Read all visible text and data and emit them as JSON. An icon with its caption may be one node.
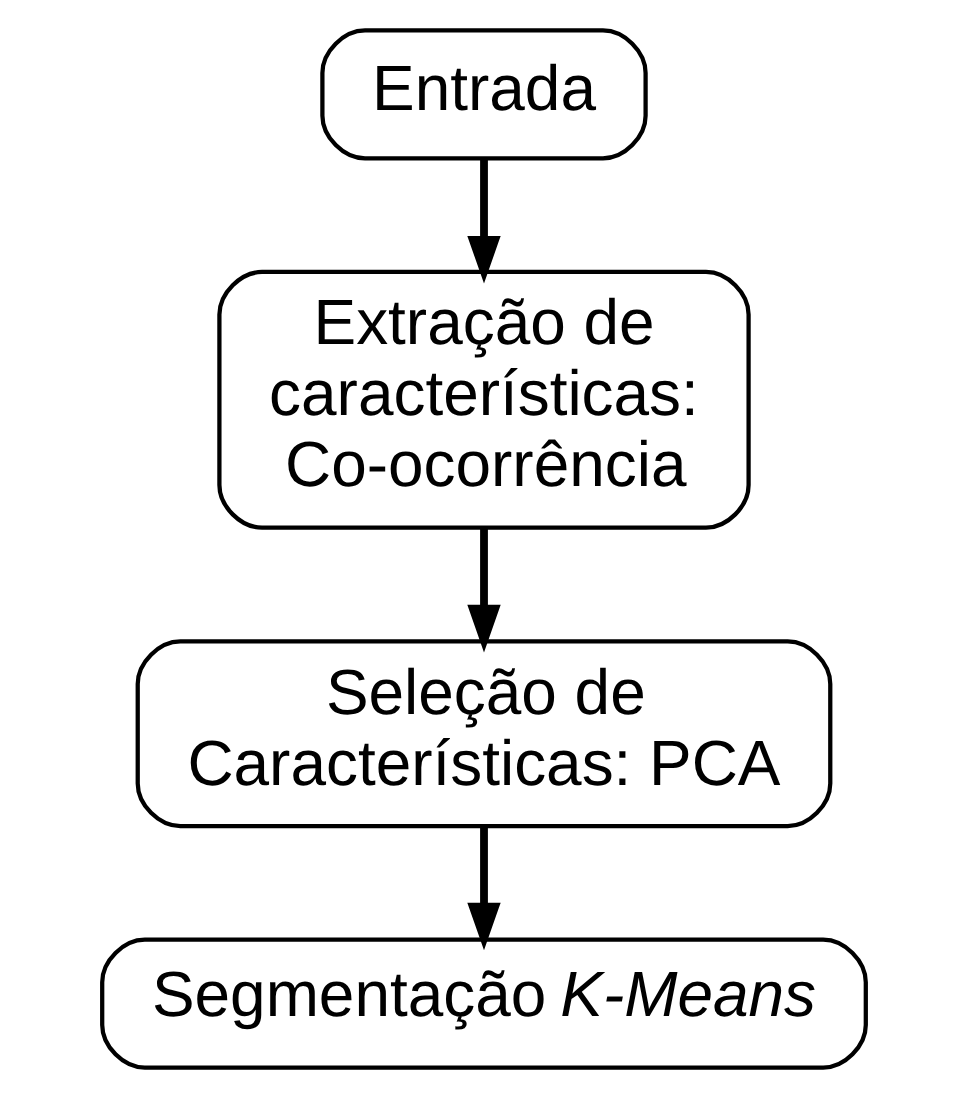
{
  "diagram": {
    "nodes": [
      {
        "text": [
          "Entrada"
        ]
      },
      {
        "text": [
          "Extração de características: Co-ocorrência"
        ]
      },
      {
        "text": [
          "Seleção de Características: PCA"
        ]
      },
      {
        "text": [
          "Segmentação *K-Means*"
        ]
      }
    ],
    "edges": [
      {
        "from": 0,
        "to": 1,
        "arrow": "to"
      },
      {
        "from": 1,
        "to": 2,
        "arrow": "to"
      },
      {
        "from": 2,
        "to": 3,
        "arrow": "to"
      }
    ]
  }
}
